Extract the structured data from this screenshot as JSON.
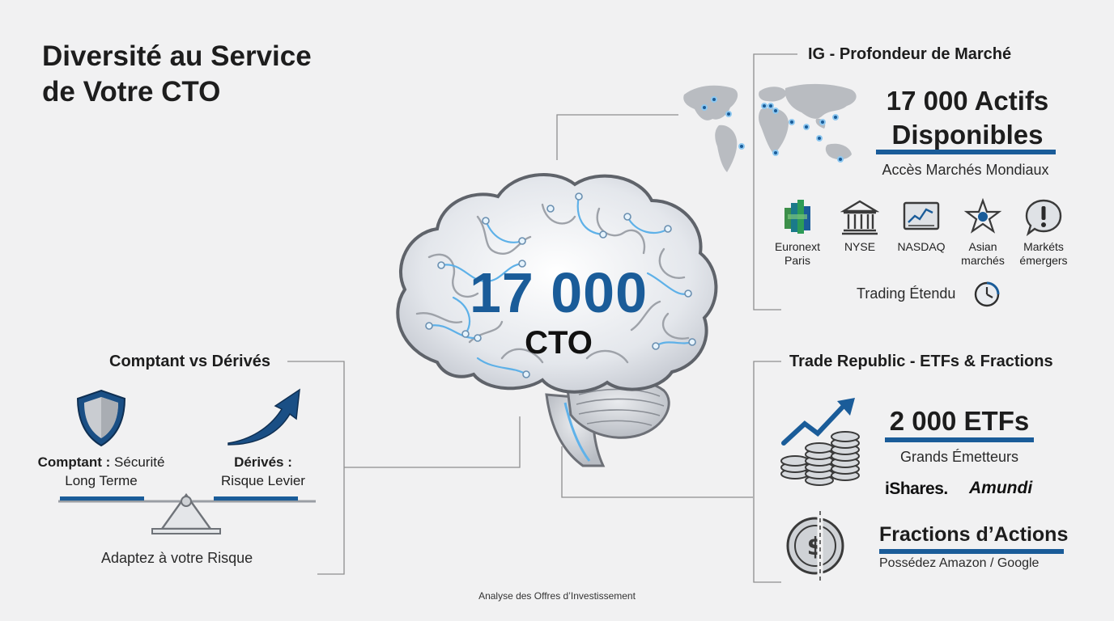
{
  "title_line1": "Diversité au Service",
  "title_line2": "de Votre CTO",
  "center": {
    "number": "17 000",
    "label": "CTO"
  },
  "ig": {
    "heading": "IG - Profondeur de Marché",
    "stat_line1": "17 000 Actifs",
    "stat_line2": "Disponibles",
    "subtitle": "Accès Marchés Mondiaux",
    "markets": [
      {
        "line1": "Euronext",
        "line2": "Paris",
        "icon": "euronext-logo-icon"
      },
      {
        "line1": "NYSE",
        "line2": "",
        "icon": "bank-building-icon"
      },
      {
        "line1": "NASDAQ",
        "line2": "",
        "icon": "chart-screen-icon"
      },
      {
        "line1": "Asian",
        "line2": "marchés",
        "icon": "star-badge-icon"
      },
      {
        "line1": "Markéts",
        "line2": "émergers",
        "icon": "alert-bubble-icon"
      }
    ],
    "trading": "Trading Étendu"
  },
  "left": {
    "heading": "Comptant vs Dérivés",
    "comptant_bold": "Comptant :",
    "comptant_rest": " Sécurité",
    "comptant_line2": "Long Terme",
    "derives_bold": "Dérivés :",
    "derives_line2": "Risque Levier",
    "adapt": "Adaptez à votre Risque"
  },
  "tr": {
    "heading": "Trade Republic - ETFs & Fractions",
    "etf_stat": "2 000 ETFs",
    "etf_sub": "Grands Émetteurs",
    "logo1": "iShares.",
    "logo2": "Amundi",
    "fractions": "Fractions d’Actions",
    "fractions_sub": "Possédez Amazon / Google"
  },
  "footer": "Analyse des Offres d’Investissement",
  "colors": {
    "accent": "#1a5c99",
    "line": "#8a8a8a",
    "glow": "#4aa3e0"
  }
}
